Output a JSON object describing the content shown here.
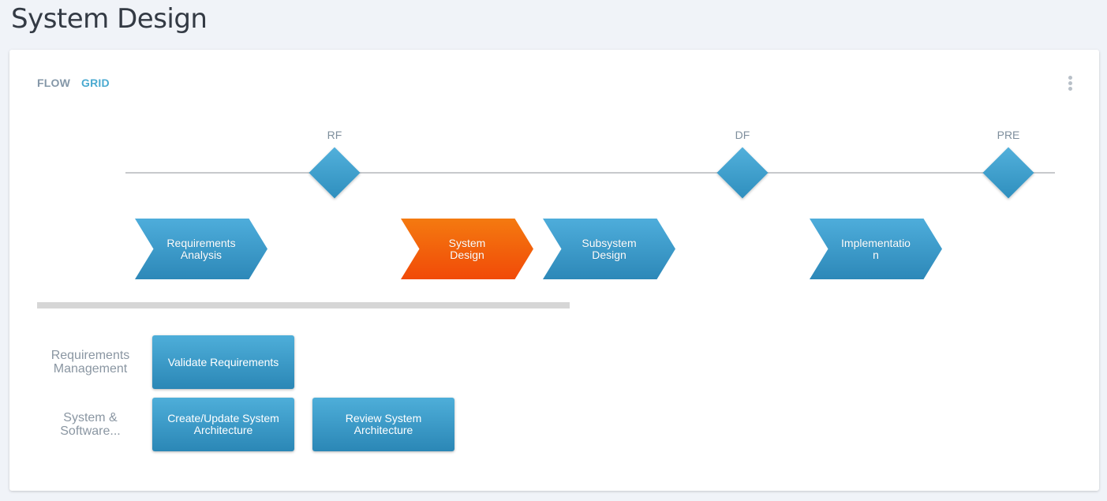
{
  "page": {
    "title": "System Design"
  },
  "tabs": {
    "flow": "FLOW",
    "grid": "GRID"
  },
  "milestones": [
    {
      "label": "RF"
    },
    {
      "label": "DF"
    },
    {
      "label": "PRE"
    }
  ],
  "phases": [
    {
      "label": "Requirements Analysis",
      "active": false
    },
    {
      "label": "System Design",
      "active": true
    },
    {
      "label": "Subsystem Design",
      "active": false
    },
    {
      "label": "Implementation",
      "active": false
    }
  ],
  "rows": [
    {
      "label": "Requirements Management",
      "tasks": [
        "Validate Requirements"
      ]
    },
    {
      "label": "System & Software...",
      "tasks": [
        "Create/Update System Architecture",
        "Review System Architecture"
      ]
    }
  ],
  "colors": {
    "accent": "#4aaad0",
    "node_blue": "#3598c8",
    "active_orange": "#f2600c"
  }
}
